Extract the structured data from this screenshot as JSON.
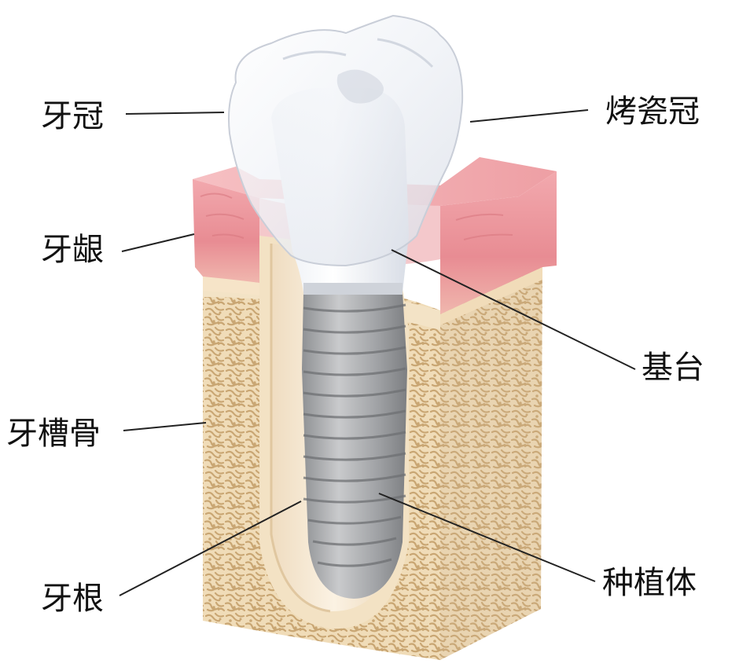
{
  "labels": {
    "crown": "牙冠",
    "porcelain_crown": "烤瓷冠",
    "gum": "牙龈",
    "abutment": "基台",
    "alveolar_bone": "牙槽骨",
    "root": "牙根",
    "implant": "种植体"
  },
  "colors": {
    "gum": "#e98d93",
    "gum_light": "#f5bcc0",
    "bone": "#f1dfc0",
    "bone_pattern": "#c8a778",
    "crown": "#eef1f6",
    "abutment": "#f6f8fb",
    "implant": "#a7a9ac",
    "root": "#f6e9d4",
    "leader": "#222222"
  }
}
